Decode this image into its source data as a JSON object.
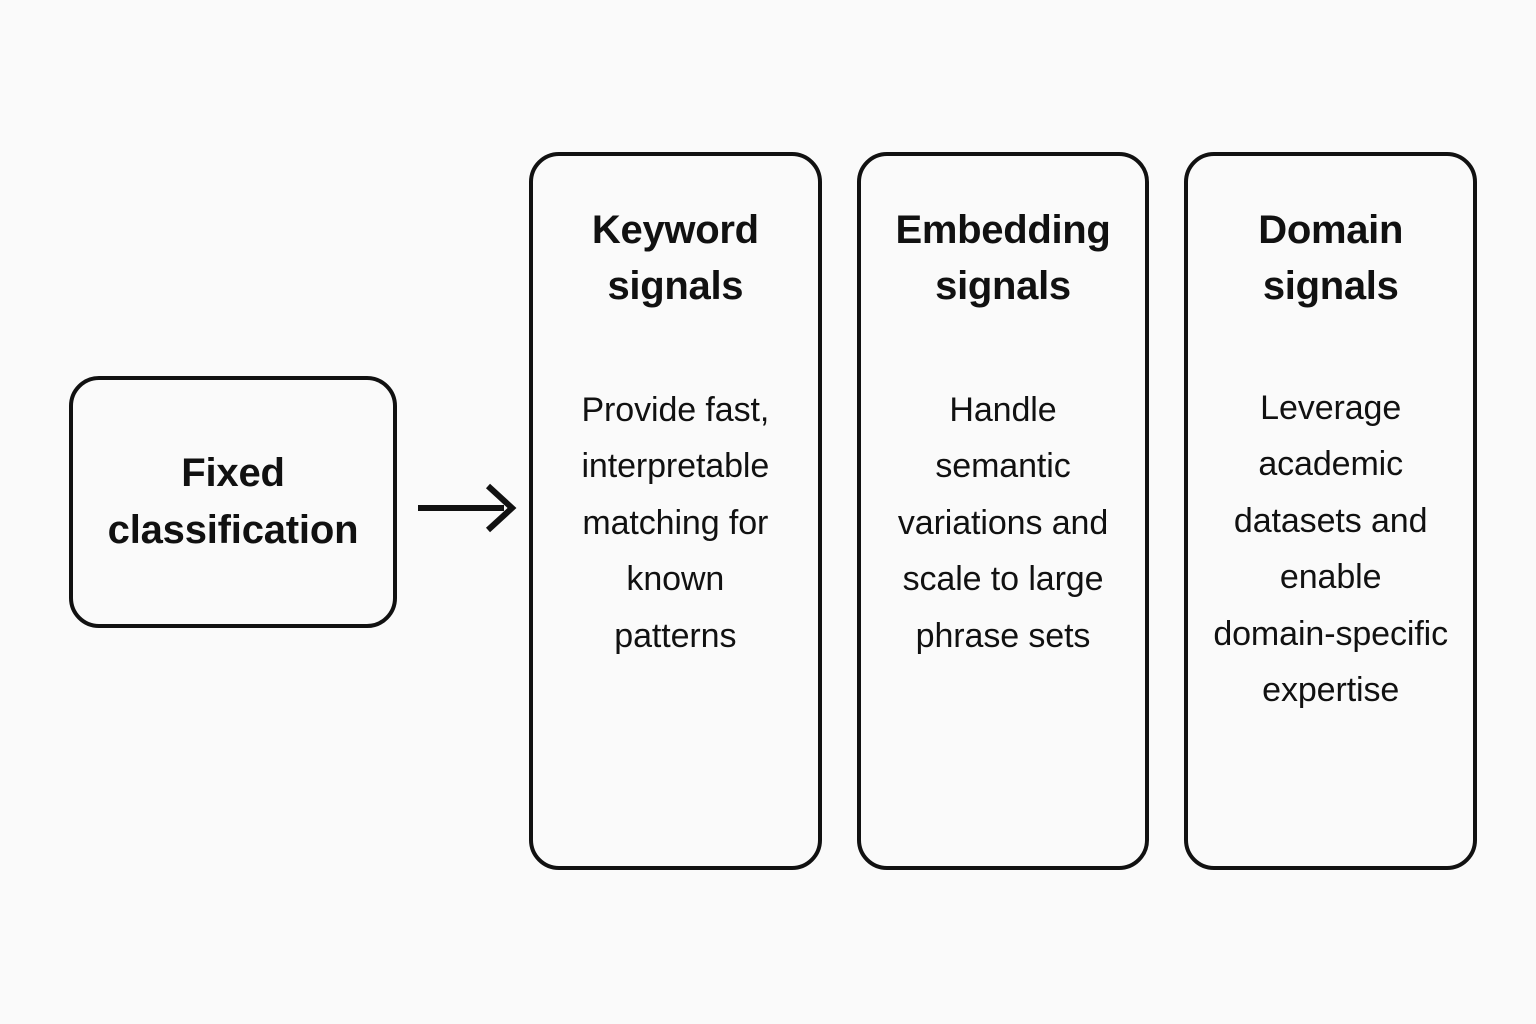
{
  "diagram": {
    "type": "flow",
    "background_color": "#fafafa",
    "stroke_color": "#111111",
    "text_color": "#111111",
    "source": {
      "label": "Fixed\nclassification"
    },
    "connector": {
      "icon": "arrow-right-icon",
      "from": "Fixed classification",
      "to": "signal cards"
    },
    "cards": [
      {
        "title": "Keyword\nsignals",
        "body": "Provide fast,\ninterpretable\nmatching for\nknown\npatterns"
      },
      {
        "title": "Embedding\nsignals",
        "body": "Handle\nsemantic\nvariations and\nscale to large\nphrase sets"
      },
      {
        "title": "Domain\nsignals",
        "body": "Leverage\nacademic\ndatasets and\nenable\ndomain-specific\nexpertise"
      }
    ]
  }
}
